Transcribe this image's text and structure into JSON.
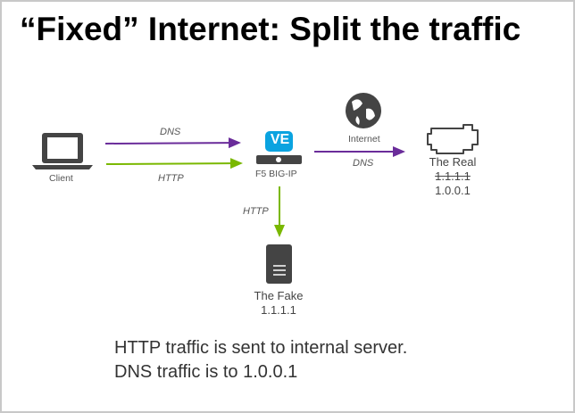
{
  "title": "“Fixed” Internet: Split the traffic",
  "nodes": {
    "client": "Client",
    "bigip": "F5 BIG-IP",
    "ve_badge": "VE",
    "internet": "Internet",
    "real_name": "The Real",
    "real_old_ip": "1.1.1.1",
    "real_ip": "1.0.0.1",
    "fake_name": "The Fake",
    "fake_ip": "1.1.1.1"
  },
  "edges": {
    "client_dns": "DNS",
    "client_http": "HTTP",
    "bigip_dns": "DNS",
    "bigip_http": "HTTP"
  },
  "colors": {
    "dns": "#6a2c9a",
    "http": "#7ab800",
    "ve": "#0aa3e0"
  },
  "footer": [
    "HTTP traffic is sent to internal server.",
    "DNS traffic is to 1.0.0.1"
  ]
}
